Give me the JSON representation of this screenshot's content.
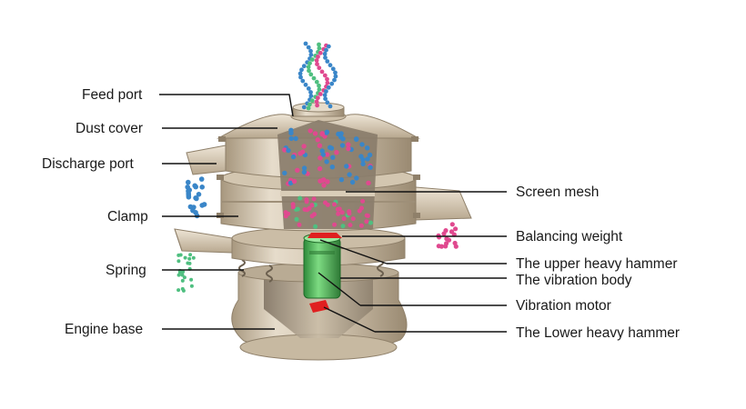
{
  "diagram": {
    "labels_left": [
      {
        "id": "feed-port",
        "text": "Feed port"
      },
      {
        "id": "dust-cover",
        "text": "Dust cover"
      },
      {
        "id": "discharge-port",
        "text": "Discharge port"
      },
      {
        "id": "clamp",
        "text": "Clamp"
      },
      {
        "id": "spring",
        "text": "Spring"
      },
      {
        "id": "engine-base",
        "text": "Engine base"
      }
    ],
    "labels_right": [
      {
        "id": "screen-mesh",
        "text": "Screen mesh"
      },
      {
        "id": "balancing-weight",
        "text": "Balancing weight"
      },
      {
        "id": "upper-heavy-hammer",
        "text": "The upper heavy hammer"
      },
      {
        "id": "vibration-body",
        "text": "The vibration body"
      },
      {
        "id": "vibration-motor",
        "text": "Vibration motor"
      },
      {
        "id": "lower-heavy-hammer",
        "text": "The Lower heavy hammer"
      }
    ]
  },
  "colors": {
    "metal": "#d6c9b4",
    "metal_dark": "#a8987f",
    "metal_light": "#eee5d6",
    "particle_blue": "#3a86c8",
    "particle_pink": "#e0498f",
    "particle_green": "#4fbf80",
    "motor_green": "#52c060",
    "hammer_red": "#e02020"
  }
}
